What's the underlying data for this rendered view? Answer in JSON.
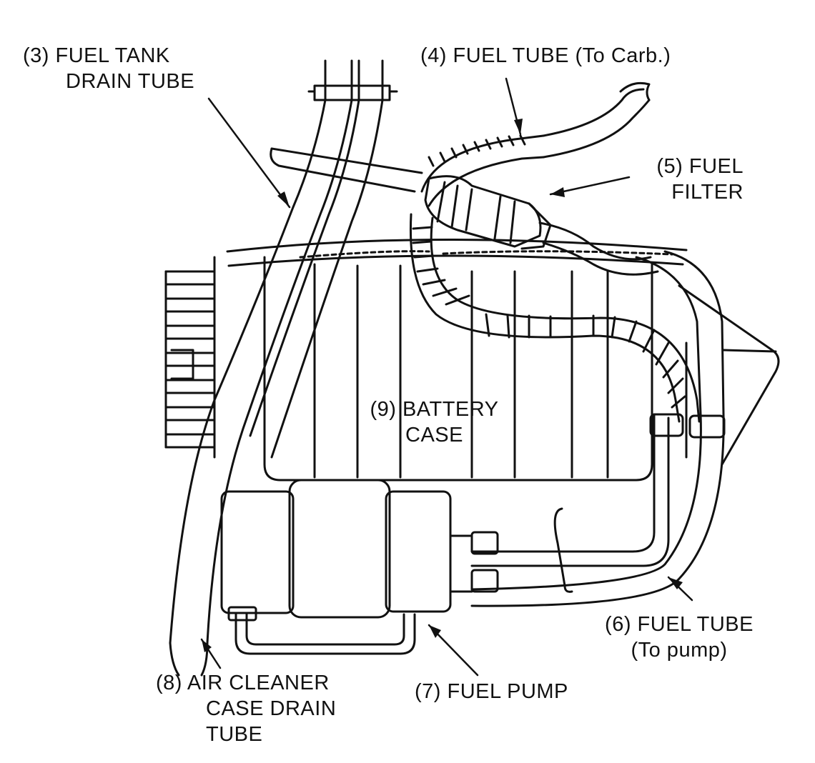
{
  "callouts": {
    "fuel_tank_drain": {
      "line1": "(3) FUEL TANK",
      "line2": "DRAIN TUBE"
    },
    "fuel_tube_carb": {
      "line1": "(4) FUEL TUBE (To Carb.)"
    },
    "fuel_filter": {
      "line1": "(5) FUEL",
      "line2": "FILTER"
    },
    "fuel_tube_pump": {
      "line1": "(6) FUEL TUBE",
      "line2": "(To pump)"
    },
    "fuel_pump": {
      "line1": "(7) FUEL PUMP"
    },
    "air_cleaner_drain": {
      "line1": "(8) AIR CLEANER",
      "line2": "CASE DRAIN",
      "line3": "TUBE"
    },
    "battery_case": {
      "line1": "(9) BATTERY",
      "line2": "CASE"
    }
  },
  "colors": {
    "ink": "#111111",
    "paper": "#ffffff"
  }
}
